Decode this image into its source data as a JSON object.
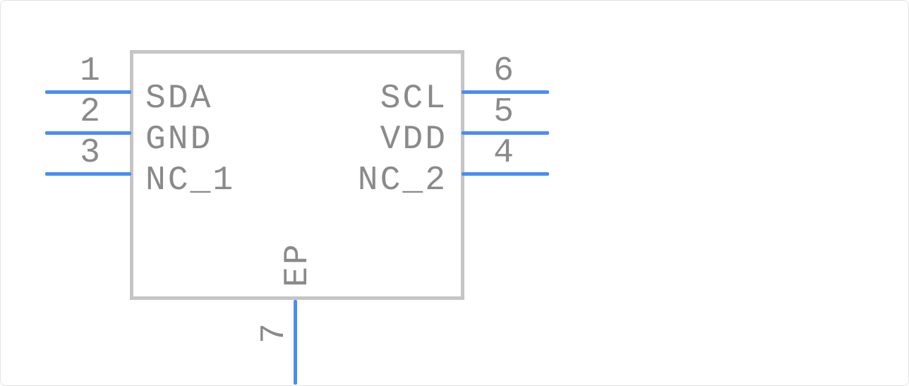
{
  "component": {
    "kind": "schematic-symbol",
    "pins": {
      "left": [
        {
          "number": "1",
          "name": "SDA"
        },
        {
          "number": "2",
          "name": "GND"
        },
        {
          "number": "3",
          "name": "NC_1"
        }
      ],
      "right": [
        {
          "number": "6",
          "name": "SCL"
        },
        {
          "number": "5",
          "name": "VDD"
        },
        {
          "number": "4",
          "name": "NC_2"
        }
      ],
      "bottom": [
        {
          "number": "7",
          "name": "EP"
        }
      ]
    }
  },
  "colors": {
    "pin": "#4a8cf5",
    "text": "#8a8a8a",
    "body_border": "#c5c5c5",
    "frame_border": "#e2e2e2"
  }
}
